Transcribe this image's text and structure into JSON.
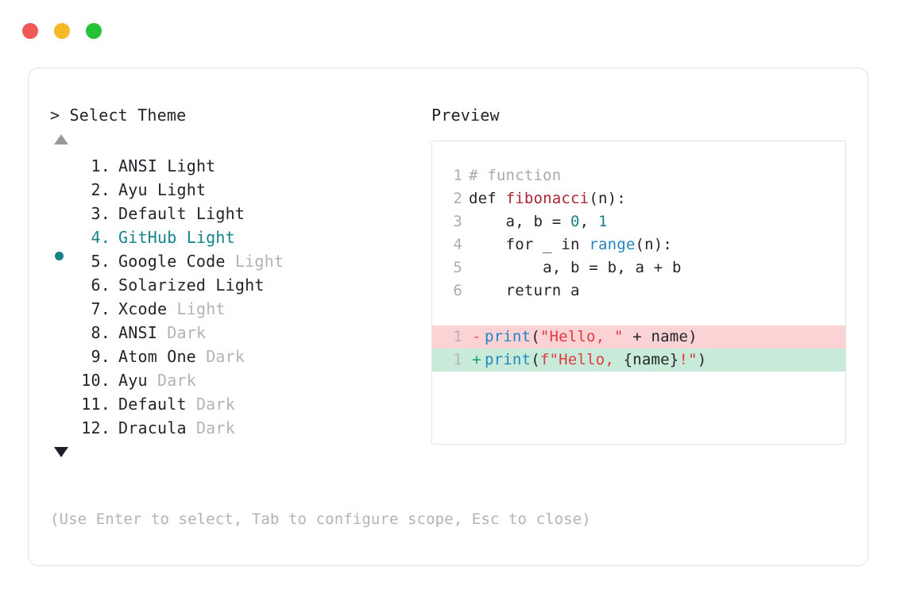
{
  "window": {
    "traffic_lights": [
      {
        "name": "close",
        "color": "#f05a56"
      },
      {
        "name": "minimize",
        "color": "#f5b928"
      },
      {
        "name": "maximize",
        "color": "#25c136"
      }
    ]
  },
  "prompt": {
    "title": "> Select Theme",
    "scroll_up_icon": "triangle-up-icon",
    "scroll_down_icon": "triangle-down-icon"
  },
  "preview": {
    "title": "Preview"
  },
  "hint": {
    "text": "(Use Enter to select, Tab to configure scope, Esc to close)"
  },
  "accent": {
    "selected": "#15848a",
    "muted": "#b3b3b8",
    "text": "#22252a",
    "diff_add_bg": "#c8ead9",
    "diff_del_bg": "#fbd3d4"
  },
  "themes": {
    "selected_index": 4,
    "items": [
      {
        "num": "1.",
        "name": "ANSI",
        "variant": "Light",
        "variant_muted": false,
        "selected": false
      },
      {
        "num": "2.",
        "name": "Ayu",
        "variant": "Light",
        "variant_muted": false,
        "selected": false
      },
      {
        "num": "3.",
        "name": "Default",
        "variant": "Light",
        "variant_muted": false,
        "selected": false
      },
      {
        "num": "4.",
        "name": "GitHub",
        "variant": "Light",
        "variant_muted": false,
        "selected": true
      },
      {
        "num": "5.",
        "name": "Google Code",
        "variant": "Light",
        "variant_muted": true,
        "selected": false
      },
      {
        "num": "6.",
        "name": "Solarized",
        "variant": "Light",
        "variant_muted": false,
        "selected": false
      },
      {
        "num": "7.",
        "name": "Xcode",
        "variant": "Light",
        "variant_muted": true,
        "selected": false
      },
      {
        "num": "8.",
        "name": "ANSI",
        "variant": "Dark",
        "variant_muted": true,
        "selected": false
      },
      {
        "num": "9.",
        "name": "Atom One",
        "variant": "Dark",
        "variant_muted": true,
        "selected": false
      },
      {
        "num": "10.",
        "name": "Ayu",
        "variant": "Dark",
        "variant_muted": true,
        "selected": false
      },
      {
        "num": "11.",
        "name": "Default",
        "variant": "Dark",
        "variant_muted": true,
        "selected": false
      },
      {
        "num": "12.",
        "name": "Dracula",
        "variant": "Dark",
        "variant_muted": true,
        "selected": false
      }
    ]
  },
  "code": {
    "lines": [
      {
        "no": "1",
        "tokens": [
          {
            "t": "# function",
            "c": "tok-comment"
          }
        ]
      },
      {
        "no": "2",
        "tokens": [
          {
            "t": "def ",
            "c": "tok-kw"
          },
          {
            "t": "fibonacci",
            "c": "tok-fn"
          },
          {
            "t": "(n):",
            "c": "tok-punct"
          }
        ]
      },
      {
        "no": "3",
        "tokens": [
          {
            "t": "    a, b = ",
            "c": "tok-punct"
          },
          {
            "t": "0",
            "c": "tok-num"
          },
          {
            "t": ", ",
            "c": "tok-punct"
          },
          {
            "t": "1",
            "c": "tok-num"
          }
        ]
      },
      {
        "no": "4",
        "tokens": [
          {
            "t": "    for _ in ",
            "c": "tok-punct"
          },
          {
            "t": "range",
            "c": "tok-builtin"
          },
          {
            "t": "(n):",
            "c": "tok-punct"
          }
        ]
      },
      {
        "no": "5",
        "tokens": [
          {
            "t": "        a, b = b, a + b",
            "c": "tok-punct"
          }
        ]
      },
      {
        "no": "6",
        "tokens": [
          {
            "t": "    return a",
            "c": "tok-punct"
          }
        ]
      }
    ],
    "diff": [
      {
        "no": "1",
        "kind": "del",
        "marker": "-",
        "tokens": [
          {
            "t": "print",
            "c": "tok-print"
          },
          {
            "t": "(",
            "c": "tok-punct"
          },
          {
            "t": "\"Hello, \"",
            "c": "tok-str"
          },
          {
            "t": " + name)",
            "c": "tok-punct"
          }
        ]
      },
      {
        "no": "1",
        "kind": "add",
        "marker": "+",
        "tokens": [
          {
            "t": "print",
            "c": "tok-print"
          },
          {
            "t": "(",
            "c": "tok-punct"
          },
          {
            "t": "f\"Hello, ",
            "c": "tok-str"
          },
          {
            "t": "{name}",
            "c": "tok-punct"
          },
          {
            "t": "!\"",
            "c": "tok-str"
          },
          {
            "t": ")",
            "c": "tok-punct"
          }
        ]
      }
    ]
  }
}
